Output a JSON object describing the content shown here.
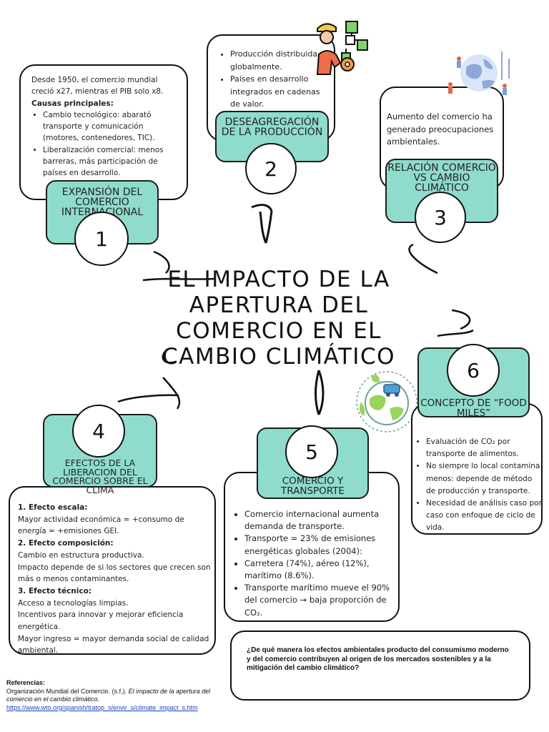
{
  "title": "EL IMPACTO DE LA APERTURA DEL COMERCIO EN EL CAMBIO CLIMÁTICO",
  "sections": [
    {
      "number": "1",
      "heading": "EXPANSIÓN DEL COMERCIO INTERNACIONAL",
      "intro": "Desde 1950, el comercio mundial creció x27, mientras el PIB solo x8.",
      "subheading": "Causas principales:",
      "bullets": [
        "Cambio tecnológico: abarató transporte y comunicación (motores, contenedores, TIC).",
        "Liberalización comercial: menos barreras, más participación de países en desarrollo."
      ]
    },
    {
      "number": "2",
      "heading": "DESEAGREGACIÓN DE LA PRODUCCIÓN",
      "bullets": [
        "Producción distribuida globalmente.",
        "Países en desarrollo integrados en cadenas de valor."
      ]
    },
    {
      "number": "3",
      "heading": "RELACIÓN COMERCIO VS CAMBIO CLIMÁTICO",
      "intro": "Aumento del comercio ha generado preocupaciones ambientales."
    },
    {
      "number": "4",
      "heading": "EFECTOS DE LA LIBERACION DEL COMERCIO SOBRE EL CLIMA",
      "items": [
        {
          "label": "1. Efecto escala:",
          "lines": [
            "Mayor actividad económica = +consumo de energía = +emisiones GEI."
          ]
        },
        {
          "label": "2. Efecto composición:",
          "lines": [
            "Cambio en estructura productiva.",
            "Impacto depende de si los sectores que crecen son más o menos contaminantes."
          ]
        },
        {
          "label": "3. Efecto técnico:",
          "lines": [
            "Acceso a tecnologías limpias.",
            "Incentivos para innovar y mejorar eficiencia energética.",
            "Mayor ingreso = mayor demanda social de calidad ambiental."
          ]
        }
      ]
    },
    {
      "number": "5",
      "heading": "COMERCIO Y TRANSPORTE",
      "bullets": [
        "Comercio internacional aumenta demanda de transporte.",
        "Transporte = 23% de emisiones energéticas globales (2004):",
        "Carretera (74%), aéreo (12%), marítimo (8.6%).",
        "Transporte marítimo mueve el 90% del comercio → baja proporción de CO₂."
      ]
    },
    {
      "number": "6",
      "heading": "CONCEPTO DE “FOOD MILES”",
      "bullets": [
        "Evaluación de CO₂ por transporte de alimentos.",
        "No siempre lo local contamina menos: depende de método de producción y transporte.",
        "Necesidad de análisis caso por caso con enfoque de ciclo de vida."
      ]
    }
  ],
  "question": "¿De qué manera los efectos ambientales producto del consumismo moderno y del comercio contribuyen al origen de los mercados sostenibles y a la mitigación del cambio climático?",
  "references": {
    "label": "Referencias:",
    "author": "Organización Mundial del Comercio. (s.f.).",
    "work": "El impacto de la apertura del comercio en el cambio climático.",
    "url": "https://www.wto.org/spanish/tratop_s/envir_s/climate_impact_s.htm"
  },
  "colors": {
    "tab": "#8fdccd",
    "outline": "#111111",
    "link": "#1b3fc9"
  },
  "icons": [
    "engineer-flowchart-icon",
    "globe-people-icon",
    "eco-globe-icon"
  ]
}
